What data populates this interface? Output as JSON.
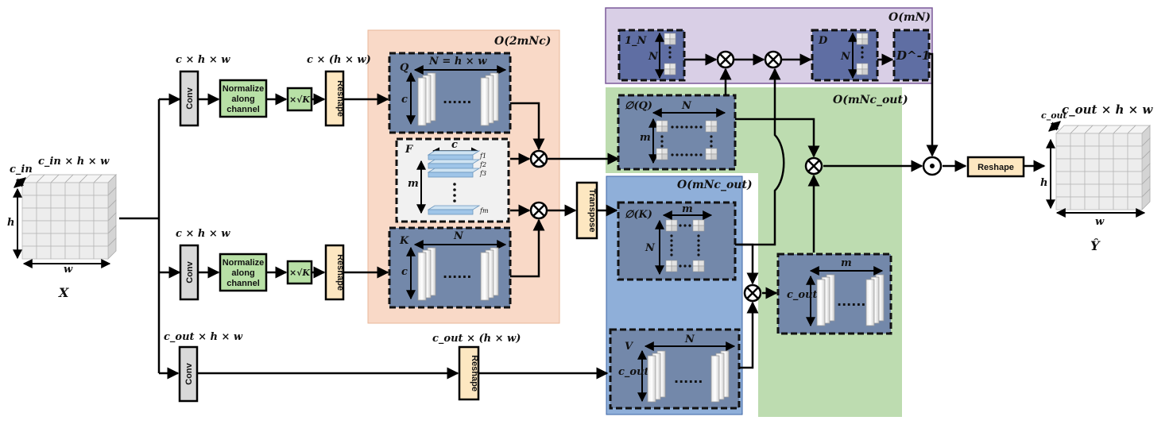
{
  "input": {
    "name": "X",
    "dims": "c_in × h × w",
    "c_label": "c_in",
    "h_label": "h",
    "w_label": "w"
  },
  "output": {
    "name": "Ŷ",
    "dims": "c_out × h × w",
    "c_label": "c_out",
    "h_label": "h",
    "w_label": "w"
  },
  "branch_q": {
    "dims": "c × h × w",
    "conv": "Conv",
    "normalize": [
      "Normalize",
      "along",
      "channel"
    ],
    "scale": "×√K",
    "reshape": "Reshape",
    "reshape_dims": "c × (h × w)"
  },
  "branch_k": {
    "dims": "c × h × w",
    "conv": "Conv",
    "normalize": [
      "Normalize",
      "along",
      "channel"
    ],
    "scale": "×√K",
    "reshape": "Reshape"
  },
  "branch_v": {
    "dims": "c_out × h × w",
    "conv": "Conv",
    "reshape": "Reshape",
    "reshape_dims": "c_out × (h × w)"
  },
  "regions": {
    "orange": "O(2mNc)",
    "purple": "O(mN)",
    "green": "O(mNc_out)",
    "blue": "O(mNc_out)"
  },
  "tensors": {
    "Q": {
      "name": "Q",
      "width": "N = h × w",
      "height": "c",
      "dots": "......"
    },
    "F": {
      "name": "F",
      "width": "c",
      "height": "m",
      "rows": [
        "f1",
        "f2",
        "f3",
        "fm"
      ]
    },
    "K": {
      "name": "K",
      "width": "N",
      "height": "c",
      "dots": "......"
    },
    "phiQ": {
      "name": "∅(Q)",
      "width": "N",
      "height": "m"
    },
    "phiK": {
      "name": "∅(K)",
      "width": "m",
      "height": "N"
    },
    "V": {
      "name": "V",
      "width": "N",
      "height": "c_out",
      "dots": "......"
    },
    "ones": {
      "name": "1_N",
      "height": "N"
    },
    "D": {
      "name": "D",
      "height": "N"
    },
    "Dinv": {
      "name": "D^-1"
    },
    "M": {
      "width": "m",
      "height": "c_out",
      "dots": "......"
    }
  },
  "ops": {
    "transpose": "Transpose",
    "final_reshape": "Reshape",
    "multiply": "⊗",
    "hadamard": "⊙"
  },
  "colors": {
    "orange_bg": "#f9d9c7",
    "purple_bg": "#d9cfe6",
    "green_bg": "#bddcb0",
    "blue_bg": "#8fafd9",
    "tensor_box": "#7388aa",
    "green_block": "#b8e0a6",
    "beige_block": "#fde7c1",
    "grey_block": "#d6d6d6"
  }
}
